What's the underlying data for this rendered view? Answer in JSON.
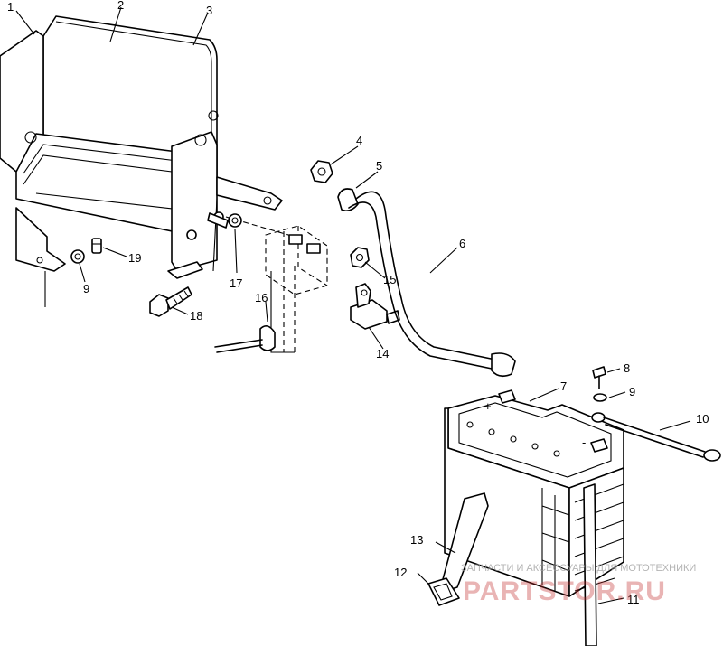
{
  "diagram": {
    "callouts": [
      {
        "id": "1",
        "label": "1"
      },
      {
        "id": "2",
        "label": "2"
      },
      {
        "id": "3",
        "label": "3"
      },
      {
        "id": "4",
        "label": "4"
      },
      {
        "id": "5",
        "label": "5"
      },
      {
        "id": "6",
        "label": "6"
      },
      {
        "id": "7",
        "label": "7"
      },
      {
        "id": "8",
        "label": "8"
      },
      {
        "id": "9a",
        "label": "9"
      },
      {
        "id": "9b",
        "label": "9"
      },
      {
        "id": "10",
        "label": "10"
      },
      {
        "id": "11",
        "label": "11"
      },
      {
        "id": "12",
        "label": "12"
      },
      {
        "id": "13",
        "label": "13"
      },
      {
        "id": "14",
        "label": "14"
      },
      {
        "id": "15",
        "label": "15"
      },
      {
        "id": "16",
        "label": "16"
      },
      {
        "id": "17",
        "label": "17"
      },
      {
        "id": "18",
        "label": "18"
      },
      {
        "id": "19",
        "label": "19"
      }
    ],
    "battery_terminal_symbols": {
      "plus": "+",
      "minus": "-"
    }
  },
  "watermark": {
    "caption": "ЗАПЧАСТИ И АКСЕССУАРЫ ДЛЯ МОТОТЕХНИКИ",
    "brand": "PARTSTOR.RU"
  },
  "colors": {
    "line": "#000000",
    "background": "#ffffff",
    "watermark_brand": "#c22a2a"
  }
}
